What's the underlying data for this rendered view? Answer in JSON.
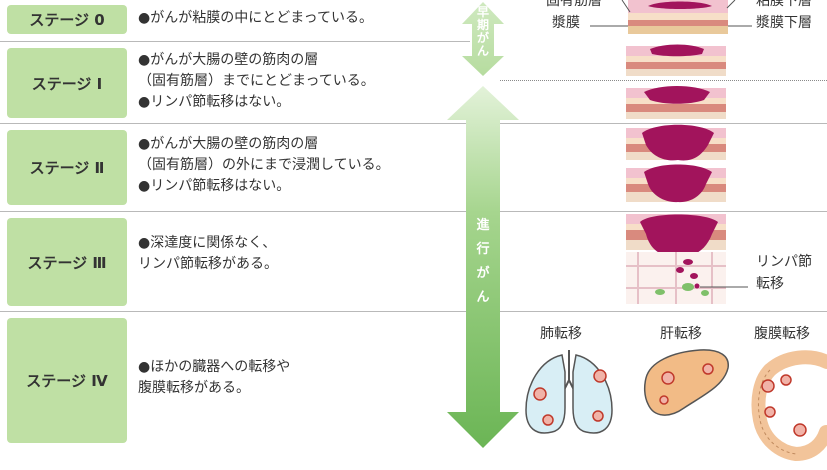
{
  "stages": [
    {
      "label": "ステージ 0",
      "lines": [
        "●がんが粘膜の中にとどまっている。"
      ]
    },
    {
      "label": "ステージ Ⅰ",
      "lines": [
        "●がんが大腸の壁の筋肉の層",
        "（固有筋層）までにとどまっている。",
        "●リンパ節転移はない。"
      ]
    },
    {
      "label": "ステージ Ⅱ",
      "lines": [
        "●がんが大腸の壁の筋肉の層",
        "（固有筋層）の外にまで浸潤している。",
        "●リンパ節転移はない。"
      ]
    },
    {
      "label": "ステージ Ⅲ",
      "lines": [
        "●深達度に関係なく、",
        "リンパ節転移がある。"
      ]
    },
    {
      "label": "ステージ Ⅳ",
      "lines": [
        "●ほかの臓器への転移や",
        "腹膜転移がある。"
      ]
    }
  ],
  "arrow": {
    "early_chars": [
      "早",
      "期",
      "が",
      "ん"
    ],
    "advanced_chars": [
      "進",
      "行",
      "が",
      "ん"
    ]
  },
  "layer_labels": {
    "muscularis_partial": "固有筋層",
    "serosa": "漿膜",
    "mucosa_partial": "粘膜下層",
    "subserosa": "漿膜下層"
  },
  "lymph_label": [
    "リンパ節",
    "転移"
  ],
  "metastasis_labels": {
    "lung": "肺転移",
    "liver": "肝転移",
    "peritoneum": "腹膜転移"
  },
  "colors": {
    "stage_bg": "#bfe0a4",
    "arrow_green": "#7fc06a",
    "tumor": "#a2145c",
    "mucosa_pink": "#f2c2cf",
    "muscle_red": "#d98a7e"
  }
}
